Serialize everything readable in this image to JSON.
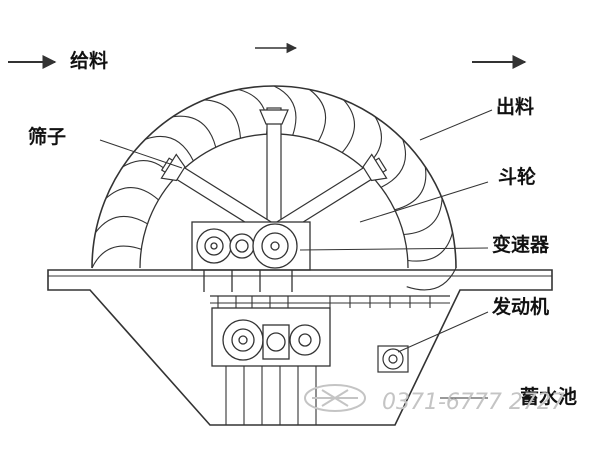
{
  "labels": {
    "feed": "给料",
    "discharge": "出料",
    "screen": "筛子",
    "bucket_wheel": "斗轮",
    "reducer": "变速器",
    "motor": "发动机",
    "water_tank": "蓄水池"
  },
  "watermark": {
    "phone": "0371-6777 2727"
  },
  "colors": {
    "line": "#333333",
    "watermark": "#c4c4c4"
  }
}
